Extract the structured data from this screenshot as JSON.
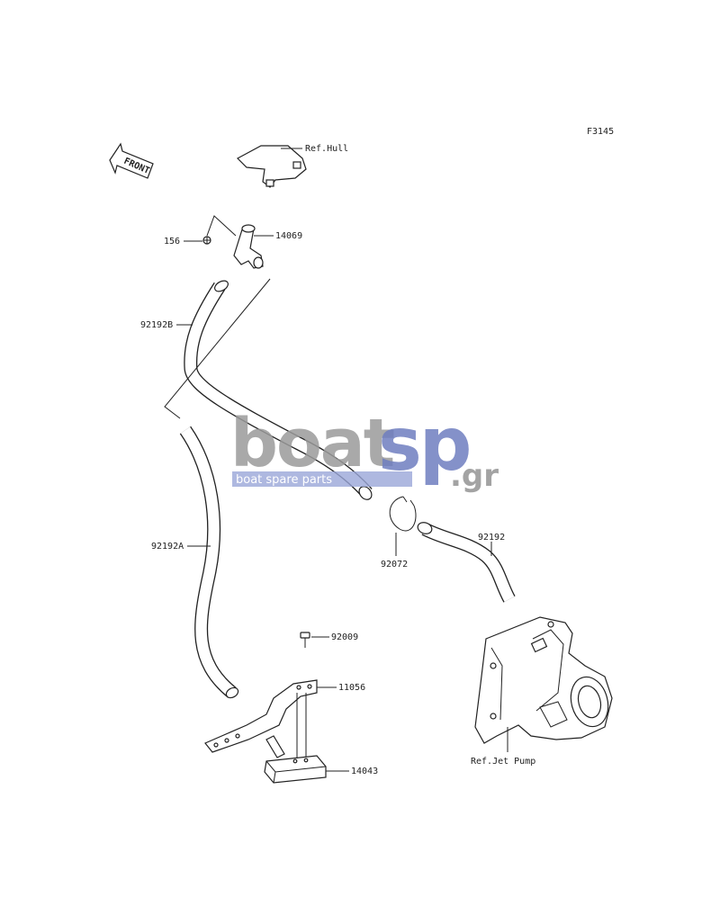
{
  "figure_code": "F3145",
  "front_arrow_label": "FRONT",
  "callouts": {
    "ref_hull": "Ref.Hull",
    "p14069": "14069",
    "p156": "156",
    "p92192B": "92192B",
    "p92192A": "92192A",
    "p92072": "92072",
    "p92192": "92192",
    "p92009": "92009",
    "p11056": "11056",
    "p14043": "14043",
    "ref_jet_pump": "Ref.Jet Pump"
  },
  "watermark": {
    "brand_boat": "boat",
    "brand_sp": "sp",
    "brand_tld": ".gr",
    "tagline": "boat spare parts",
    "colors": {
      "grey": "#9a9a9a",
      "blue": "#6f7ec0"
    }
  }
}
